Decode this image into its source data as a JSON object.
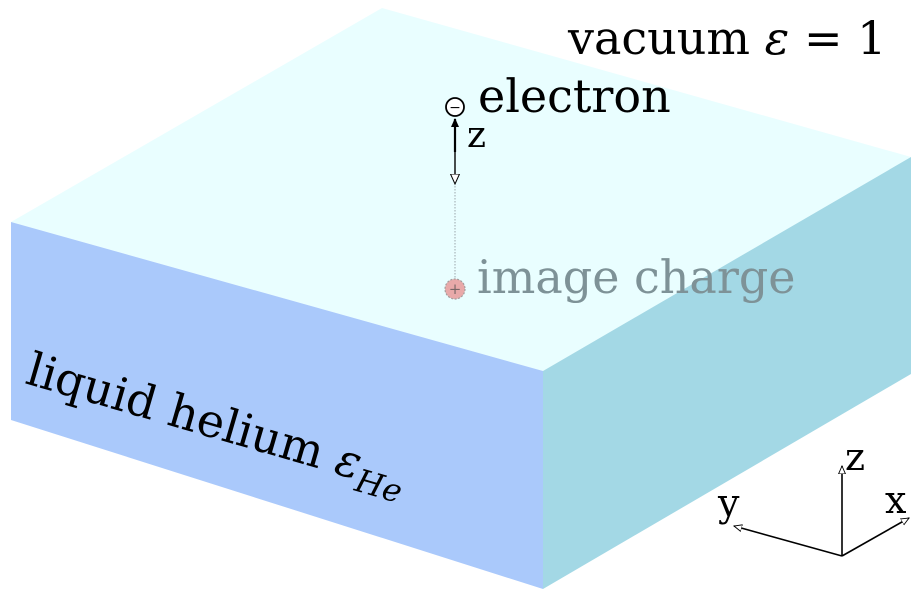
{
  "labels": {
    "vacuum_text": "vacuum ",
    "vacuum_eps": "ε",
    "vacuum_eq": " = 1",
    "electron": "electron",
    "electron_sign": "−",
    "distance": "z",
    "image_charge": "image charge",
    "image_sign": "+",
    "helium_text": "liquid helium ",
    "helium_eps": "ε",
    "helium_sub": "He"
  },
  "axes": {
    "x": "x",
    "y": "y",
    "z": "z"
  },
  "colors": {
    "top_face": "#e9feff",
    "front_face": "#aac9fb",
    "side_face": "#a3d8e5",
    "image_charge": "#e8a9a9",
    "image_text": "#7e9297",
    "ink": "#000000"
  }
}
